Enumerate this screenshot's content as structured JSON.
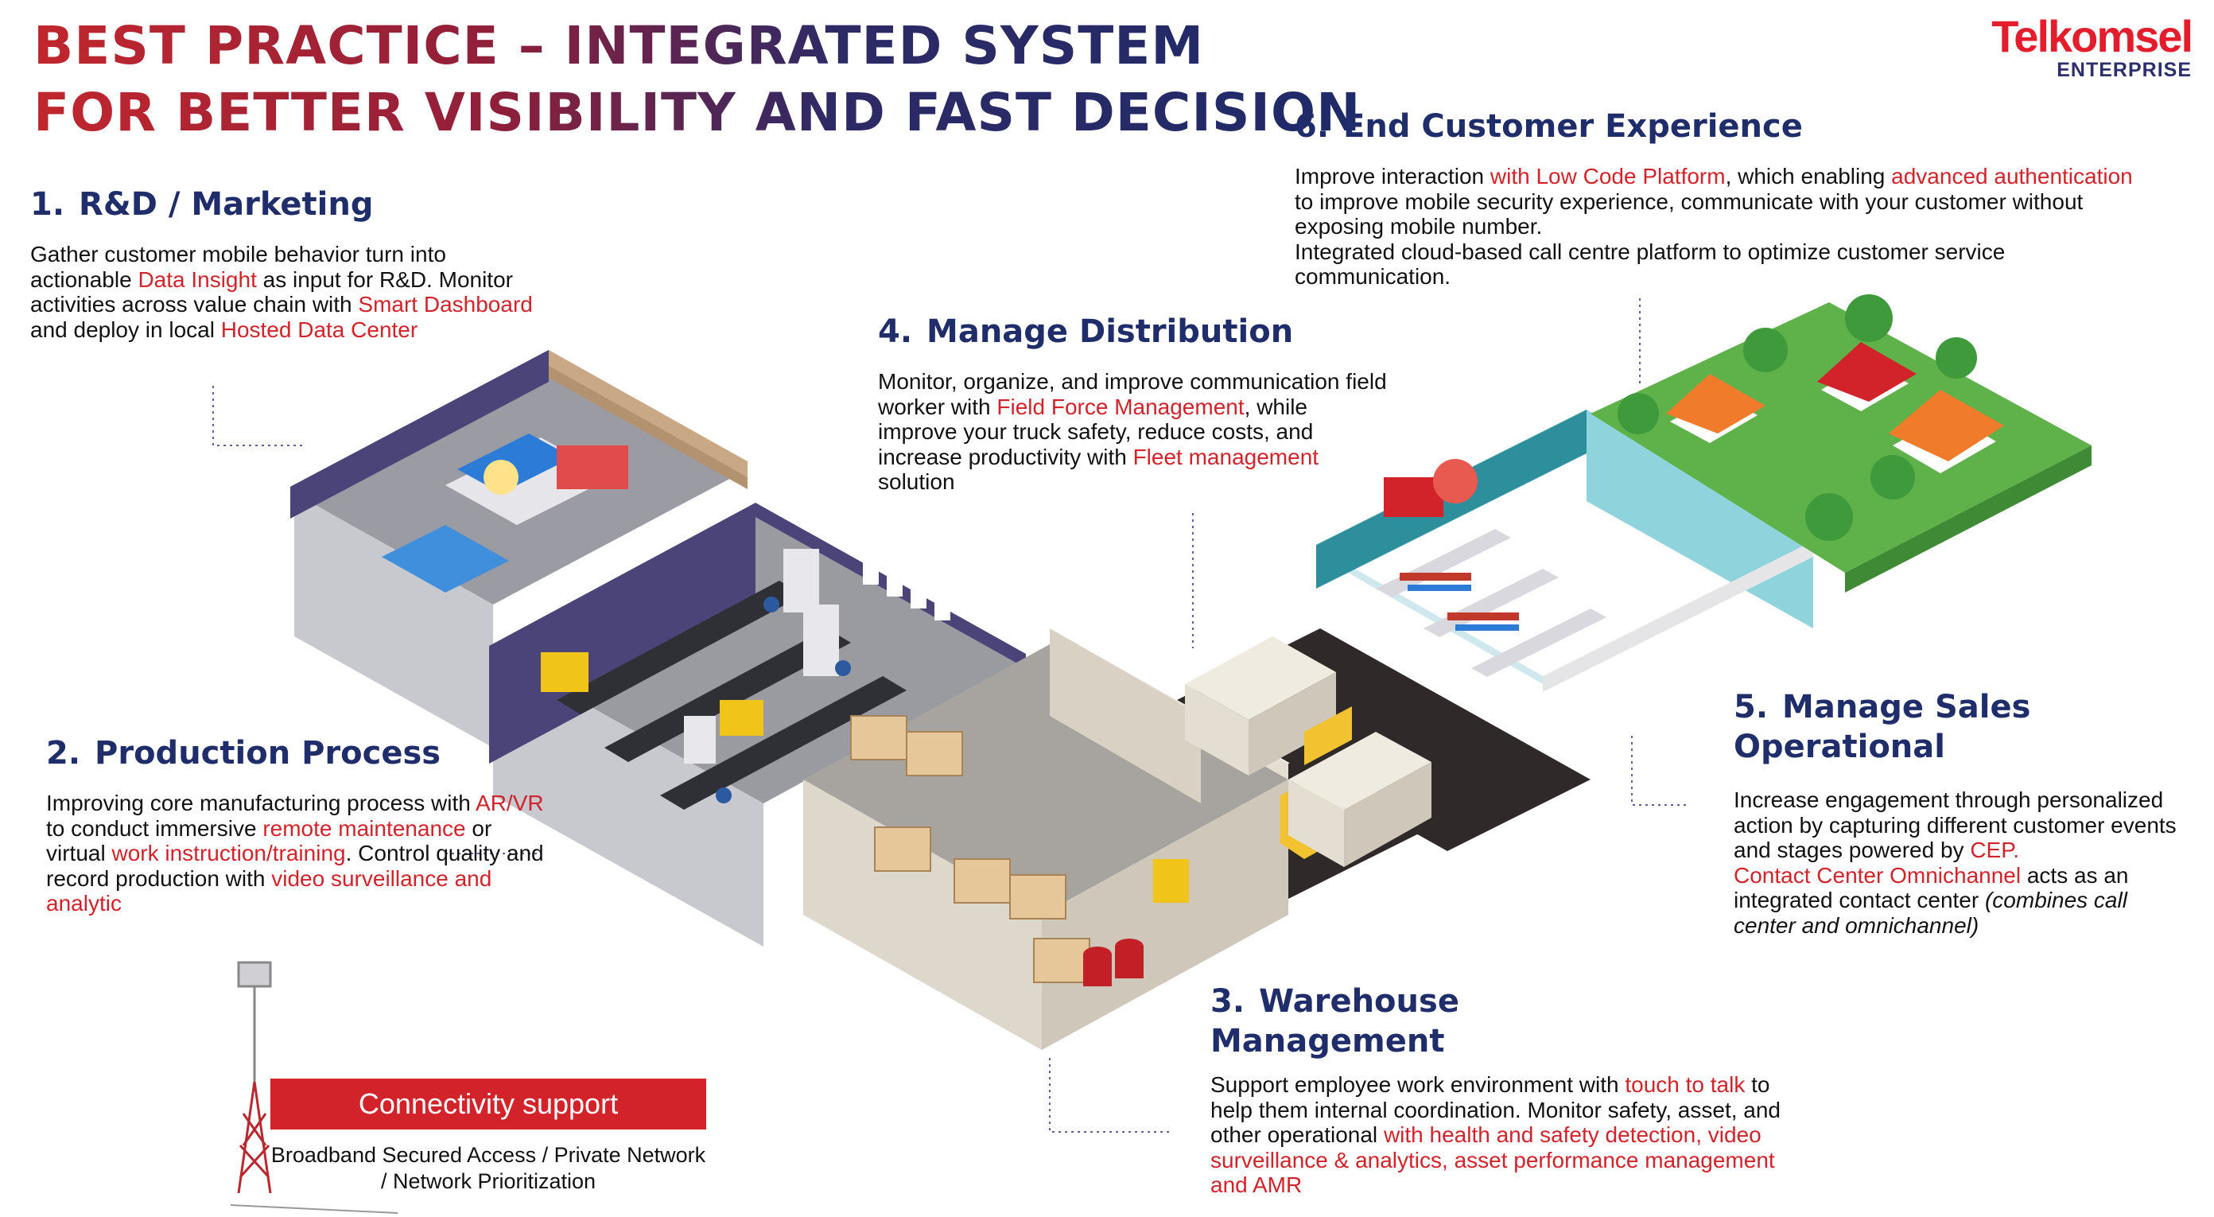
{
  "title": {
    "line1": "BEST PRACTICE – INTEGRATED SYSTEM",
    "line2": "FOR BETTER VISIBILITY AND FAST DECISION"
  },
  "logo": {
    "brand": "Telkomsel",
    "sub": "ENTERPRISE"
  },
  "sections": {
    "rd": {
      "num": "1.",
      "title": "R&D / Marketing",
      "t1": "Gather customer mobile behavior turn into actionable ",
      "h1": "Data Insight",
      "t2": " as input for R&D. Monitor activities across value chain with ",
      "h2": "Smart Dashboard",
      "t3": " and deploy in local ",
      "h3": "Hosted Data Center"
    },
    "production": {
      "num": "2.",
      "title": "Production Process",
      "t1": "Improving core manufacturing process with ",
      "h1": "AR/VR",
      "t2": " to conduct immersive ",
      "h2": "remote maintenance",
      "t3": " or virtual ",
      "h3": "work instruction/training",
      "t4": ". Control quality and record production with ",
      "h4": "video surveillance and analytic"
    },
    "warehouse": {
      "num": "3.",
      "title_l1": "Warehouse",
      "title_l2": "Management",
      "t1": "Support employee work environment with ",
      "h1": "touch to talk",
      "t2": " to help them internal coordination. Monitor safety, asset, and other operational ",
      "h2": "with health and safety detection, video surveillance & analytics,  asset performance management and  AMR"
    },
    "distribution": {
      "num": "4.",
      "title": "Manage Distribution",
      "t1": "Monitor, organize, and improve communication field worker with ",
      "h1": "Field Force Management",
      "t2": ", while improve your truck safety, reduce costs, and increase productivity with ",
      "h2": "Fleet management",
      "t3": " solution"
    },
    "sales": {
      "num": "5.",
      "title_l1": "Manage Sales",
      "title_l2": "Operational",
      "t1": "Increase engagement through personalized action by capturing different customer events and stages powered by ",
      "h1": "CEP.",
      "h2": "Contact Center Omnichannel",
      "t2": " acts as an integrated contact center ",
      "i1": "(combines call center and omnichannel)"
    },
    "customer": {
      "num": "6.",
      "title": "End Customer Experience",
      "t1": "Improve interaction ",
      "h1": "with Low Code Platform",
      "t2": ", which enabling ",
      "h2": "advanced authentication",
      "t3": " to improve mobile security experience, communicate with your customer without exposing mobile number.",
      "t4": "Integrated cloud-based call centre platform to optimize customer service communication."
    }
  },
  "connectivity": {
    "label": "Connectivity support",
    "sub_l1": "Broadband Secured Access / Private Network",
    "sub_l2": "/ Network Prioritization"
  },
  "colors": {
    "accent_red": "#d2232a",
    "navy": "#1f2e6b",
    "wall_purple": "#4a4478",
    "floor_gray": "#8d8d94",
    "grass": "#5fb14a"
  }
}
